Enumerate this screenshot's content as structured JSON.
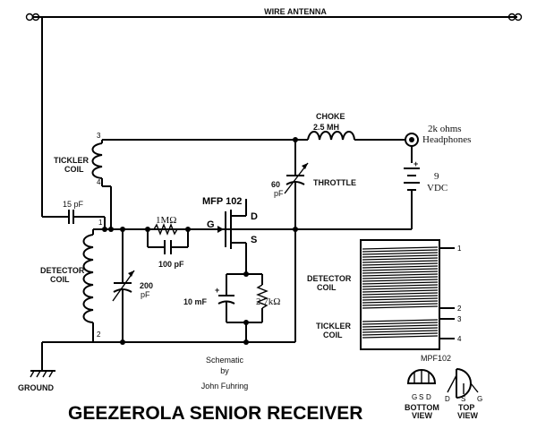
{
  "labels": {
    "antenna": "WIRE ANTENNA",
    "tickler_coil": [
      "TICKLER",
      "COIL"
    ],
    "tickler_pin_top": "3",
    "tickler_pin_bottom": "4",
    "cap_15pf": "15 pF",
    "detector_coil": [
      "DETECTOR",
      "COIL"
    ],
    "detector_pin_top": "1",
    "detector_pin_bottom": "2",
    "ground": "GROUND",
    "resistor_1m": "1MΩ",
    "cap_100pf": "100 pF",
    "fet": "MFP 102",
    "gate": "G",
    "drain": "D",
    "source": "S",
    "cap_200pf": [
      "200",
      "pF"
    ],
    "cap_10mf": "10 mF",
    "resistor_27k": "2.7kΩ",
    "cap_60pf": [
      "60",
      "pF"
    ],
    "throttle": "THROTTLE",
    "choke": [
      "CHOKE",
      "2.5 MH"
    ],
    "headphones": [
      "2k ohms",
      "Headphones"
    ],
    "battery": [
      "9",
      "VDC"
    ],
    "plus_sign": "+",
    "credit": [
      "Schematic",
      "by",
      "John Fuhring"
    ],
    "coil_detector": [
      "DETECTOR",
      "COIL"
    ],
    "coil_tickler": [
      "TICKLER",
      "COIL"
    ],
    "coil_pins": [
      "1",
      "2",
      "3",
      "4"
    ],
    "mpf_part": "MPF102",
    "bottom_pins": [
      "G",
      "S",
      "D"
    ],
    "bottom_view": [
      "BOTTOM",
      "VIEW"
    ],
    "top_pins": [
      "D",
      "S",
      "G"
    ],
    "top_view": [
      "TOP",
      "VIEW"
    ],
    "title": "GEEZEROLA SENIOR RECEIVER"
  }
}
